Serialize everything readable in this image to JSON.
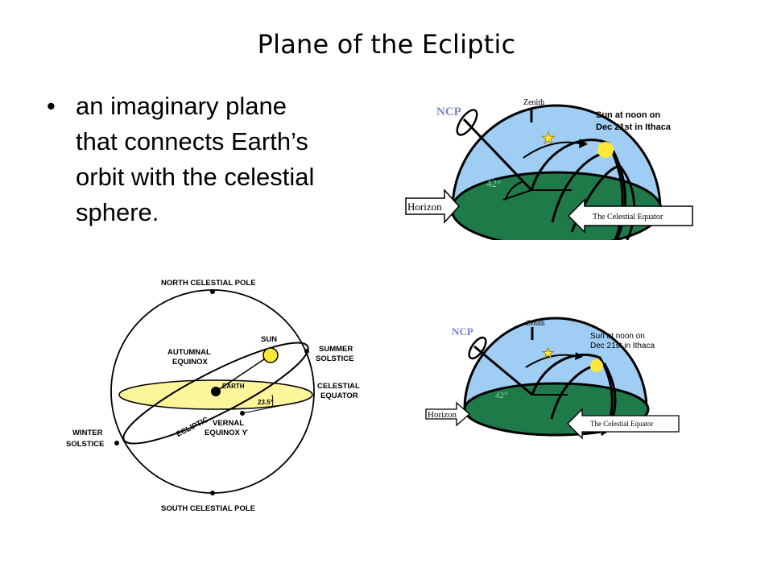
{
  "title": "Plane of the Ecliptic",
  "bullet": {
    "symbol": "•",
    "lines": [
      "an imaginary plane",
      "that connects Earth’s",
      "orbit with the celestial",
      "sphere."
    ]
  },
  "horizon_diagram": {
    "ncp": "NCP",
    "zenith": "Zenith",
    "sun_caption_line1": "Sun at noon on",
    "sun_caption_line2": "Dec 21st in Ithaca",
    "angle": "42°",
    "horizon": "Horizon",
    "celestial_equator": "The Celestial Equator"
  },
  "celestial_sphere": {
    "north_pole": "NORTH CELESTIAL POLE",
    "south_pole": "SOUTH CELESTIAL POLE",
    "sun": "SUN",
    "earth": "EARTH",
    "autumnal_1": "AUTUMNAL",
    "autumnal_2": "EQUINOX",
    "summer_1": "SUMMER",
    "summer_2": "SOLSTICE",
    "equator_1": "CELESTIAL",
    "equator_2": "EQUATOR",
    "winter_1": "WINTER",
    "winter_2": "SOLSTICE",
    "vernal_1": "VERNAL",
    "vernal_2": "EQUINOX ϒ",
    "ecliptic": "ECLIPTIC",
    "tilt": "23.5°"
  },
  "colors": {
    "sky": "#9fcdf4",
    "ground": "#1f7a4a",
    "ground_text": "#7fd1a8",
    "ncp": "#7a86c8",
    "sun": "#ffe83a",
    "equator_plane": "#fdf59a"
  }
}
